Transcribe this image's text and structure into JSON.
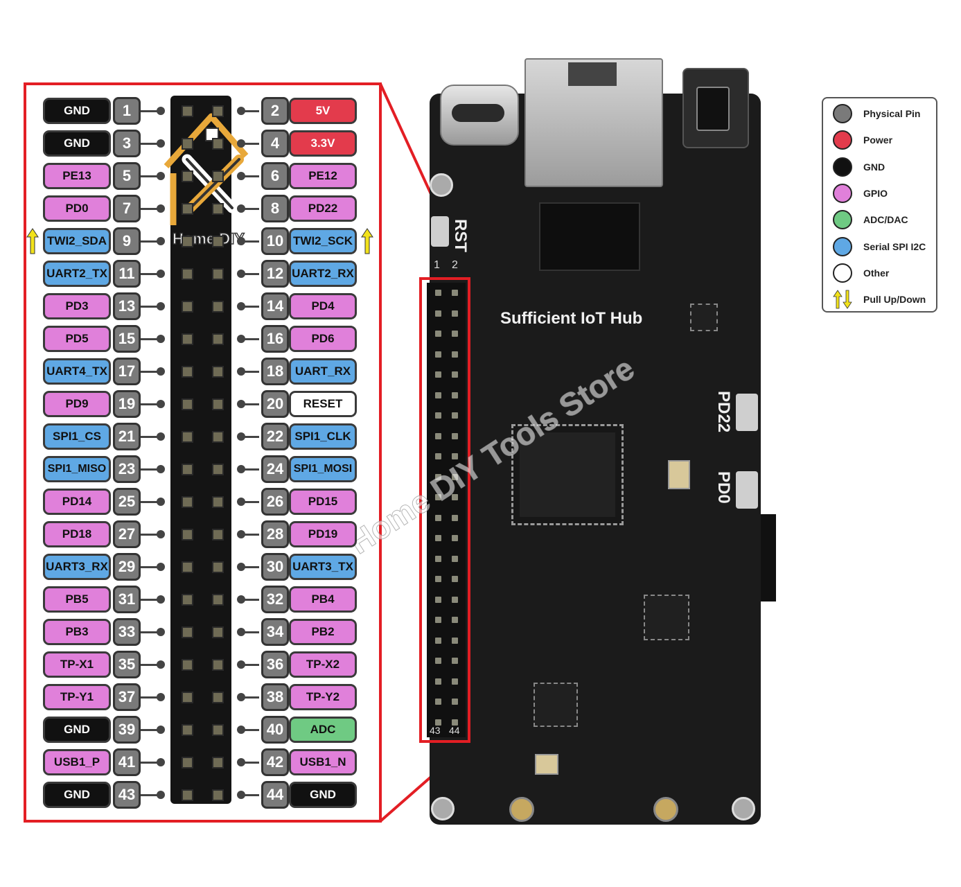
{
  "colors": {
    "physical": "#7a7a7a",
    "power": "#e33b4c",
    "gnd": "#111111",
    "gpio": "#e080da",
    "adc": "#6fca83",
    "serial": "#5fa8e4",
    "other": "#ffffff",
    "pull": "#f2e21b"
  },
  "pins": [
    {
      "n": "1",
      "name": "GND",
      "type": "gnd"
    },
    {
      "n": "2",
      "name": "5V",
      "type": "power"
    },
    {
      "n": "3",
      "name": "GND",
      "type": "gnd"
    },
    {
      "n": "4",
      "name": "3.3V",
      "type": "power"
    },
    {
      "n": "5",
      "name": "PE13",
      "type": "gpio"
    },
    {
      "n": "6",
      "name": "PE12",
      "type": "gpio"
    },
    {
      "n": "7",
      "name": "PD0",
      "type": "gpio"
    },
    {
      "n": "8",
      "name": "PD22",
      "type": "gpio"
    },
    {
      "n": "9",
      "name": "TWI2_SDA",
      "type": "serial",
      "pull": true
    },
    {
      "n": "10",
      "name": "TWI2_SCK",
      "type": "serial",
      "pull": true
    },
    {
      "n": "11",
      "name": "UART2_TX",
      "type": "serial"
    },
    {
      "n": "12",
      "name": "UART2_RX",
      "type": "serial"
    },
    {
      "n": "13",
      "name": "PD3",
      "type": "gpio"
    },
    {
      "n": "14",
      "name": "PD4",
      "type": "gpio"
    },
    {
      "n": "15",
      "name": "PD5",
      "type": "gpio"
    },
    {
      "n": "16",
      "name": "PD6",
      "type": "gpio"
    },
    {
      "n": "17",
      "name": "UART4_TX",
      "type": "serial"
    },
    {
      "n": "18",
      "name": "UART_RX",
      "type": "serial"
    },
    {
      "n": "19",
      "name": "PD9",
      "type": "gpio"
    },
    {
      "n": "20",
      "name": "RESET",
      "type": "other"
    },
    {
      "n": "21",
      "name": "SPI1_CS",
      "type": "serial"
    },
    {
      "n": "22",
      "name": "SPI1_CLK",
      "type": "serial"
    },
    {
      "n": "23",
      "name": "SPI1_MISO",
      "type": "serial"
    },
    {
      "n": "24",
      "name": "SPI1_MOSI",
      "type": "serial"
    },
    {
      "n": "25",
      "name": "PD14",
      "type": "gpio"
    },
    {
      "n": "26",
      "name": "PD15",
      "type": "gpio"
    },
    {
      "n": "27",
      "name": "PD18",
      "type": "gpio"
    },
    {
      "n": "28",
      "name": "PD19",
      "type": "gpio"
    },
    {
      "n": "29",
      "name": "UART3_RX",
      "type": "serial"
    },
    {
      "n": "30",
      "name": "UART3_TX",
      "type": "serial"
    },
    {
      "n": "31",
      "name": "PB5",
      "type": "gpio"
    },
    {
      "n": "32",
      "name": "PB4",
      "type": "gpio"
    },
    {
      "n": "33",
      "name": "PB3",
      "type": "gpio"
    },
    {
      "n": "34",
      "name": "PB2",
      "type": "gpio"
    },
    {
      "n": "35",
      "name": "TP-X1",
      "type": "gpio"
    },
    {
      "n": "36",
      "name": "TP-X2",
      "type": "gpio"
    },
    {
      "n": "37",
      "name": "TP-Y1",
      "type": "gpio"
    },
    {
      "n": "38",
      "name": "TP-Y2",
      "type": "gpio"
    },
    {
      "n": "39",
      "name": "GND",
      "type": "gnd"
    },
    {
      "n": "40",
      "name": "ADC",
      "type": "adc"
    },
    {
      "n": "41",
      "name": "USB1_P",
      "type": "gpio"
    },
    {
      "n": "42",
      "name": "USB1_N",
      "type": "gpio"
    },
    {
      "n": "43",
      "name": "GND",
      "type": "gnd"
    },
    {
      "n": "44",
      "name": "GND",
      "type": "gnd"
    }
  ],
  "logo": {
    "text": "Home DIY"
  },
  "board": {
    "title": "Sufficient IoT Hub",
    "rst_label": "RST",
    "btn1_label": "PD22",
    "btn2_label": "PD0",
    "header_top_left": "1",
    "header_top_right": "2",
    "header_bottom_left": "43",
    "header_bottom_right": "44",
    "watermark": "Home DIY Tools Store"
  },
  "legend": [
    {
      "label": "Physical Pin",
      "type": "physical"
    },
    {
      "label": "Power",
      "type": "power"
    },
    {
      "label": "GND",
      "type": "gnd"
    },
    {
      "label": "GPIO",
      "type": "gpio"
    },
    {
      "label": "ADC/DAC",
      "type": "adc"
    },
    {
      "label": "Serial SPI I2C",
      "type": "serial"
    },
    {
      "label": "Other",
      "type": "other"
    },
    {
      "label": "Pull Up/Down",
      "type": "pull"
    }
  ]
}
